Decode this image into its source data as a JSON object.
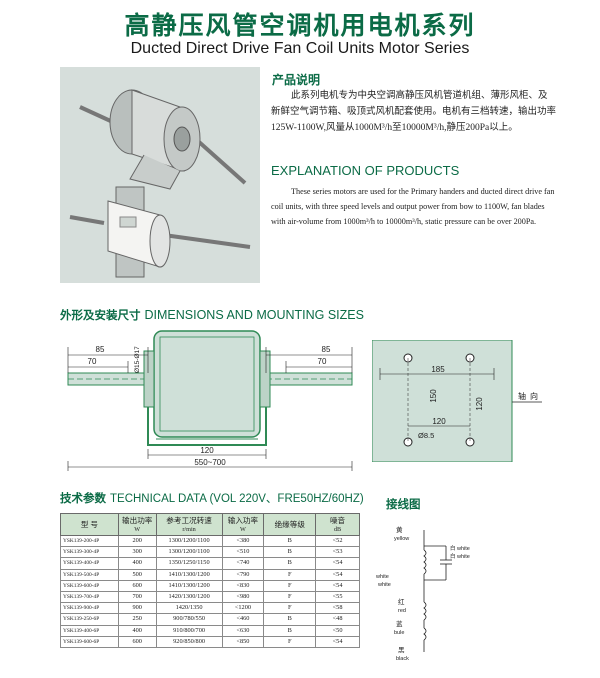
{
  "header": {
    "title_cn": "高静压风管空调机用电机系列",
    "title_en": "Ducted Direct Drive Fan Coil Units Motor Series"
  },
  "product_desc": {
    "title": "产品说明",
    "body": "此系列电机专为中央空调高静压风机管道机组、薄形风柜、及新鲜空气调节箱、吸顶式风机配套使用。电机有三档转速，输出功率125W-1100W,风量从1000M³/h至10000M³/h,静压200Pa以上。"
  },
  "explanation": {
    "title": "EXPLANATION OF PRODUCTS",
    "body": "These series motors are used for the Primary handers and ducted direct drive fan coil units, with three speed levels and output power from bow to 1100W, fan blades with air-volume from 1000m³/h to 10000m³/h, static pressure can be over 200Pa."
  },
  "dimensions": {
    "title_cn": "外形及安装尺寸",
    "title_en": "DIMENSIONS AND MOUNTING SIZES",
    "labels": {
      "d85_left": "85",
      "d70_left": "70",
      "shaft_dia": "Ø15-Ø17",
      "d85_right": "85",
      "d70_right": "70",
      "d120": "120",
      "d550_700": "550~700",
      "d185": "185",
      "d150": "150",
      "d120_vert": "120",
      "d120_horiz": "120",
      "hole": "Ø8.5",
      "axis_cn": "轴",
      "axis_cn2": "向"
    }
  },
  "technical": {
    "title_cn": "技术参数",
    "title_en": "TECHNICAL DATA (VOL 220V、FRE50HZ/60HZ)",
    "headers": [
      {
        "main": "型  号",
        "unit": ""
      },
      {
        "main": "输出功率",
        "unit": "W"
      },
      {
        "main": "参考工况转速",
        "unit": "r/min"
      },
      {
        "main": "输入功率",
        "unit": "W"
      },
      {
        "main": "绝缘等级",
        "unit": ""
      },
      {
        "main": "噪音",
        "unit": "dB"
      }
    ],
    "rows": [
      [
        "YSK139-200-4P",
        "200",
        "1300/1200/1100",
        "<380",
        "B",
        "<52"
      ],
      [
        "YSK139-300-4P",
        "300",
        "1300/1200/1100",
        "<510",
        "B",
        "<53"
      ],
      [
        "YSK139-400-4P",
        "400",
        "1350/1250/1150",
        "<740",
        "B",
        "<54"
      ],
      [
        "YSK139-500-4P",
        "500",
        "1410/1300/1200",
        "<790",
        "F",
        "<54"
      ],
      [
        "YSK139-600-4P",
        "600",
        "1410/1300/1200",
        "<830",
        "F",
        "<54"
      ],
      [
        "YSK139-700-4P",
        "700",
        "1420/1300/1200",
        "<980",
        "F",
        "<55"
      ],
      [
        "YSK139-900-4P",
        "900",
        "1420/1350",
        "<1200",
        "F",
        "<58"
      ],
      [
        "YSK139-250-6P",
        "250",
        "900/780/550",
        "<460",
        "B",
        "<48"
      ],
      [
        "YSK139-400-6P",
        "400",
        "910/800/700",
        "<630",
        "B",
        "<50"
      ],
      [
        "YSK139-600-6P",
        "600",
        "920/850/800",
        "<850",
        "F",
        "<54"
      ]
    ]
  },
  "wiring": {
    "title": "接线图",
    "labels": {
      "yellow_cn": "黄",
      "yellow": "yellow",
      "white_cn": "白 white",
      "white_cn2": "白 white",
      "white_left": "white",
      "white_left2": "white",
      "red_cn": "红",
      "red": "red",
      "blue_cn": "蓝",
      "blue": "bule",
      "black_cn": "黑",
      "black": "black"
    }
  },
  "colors": {
    "heading_green": "#0b6b46",
    "table_header_bg": "#cfe3cf",
    "drawing_bg": "#cfe0d8",
    "drawing_green": "#2f8a55"
  }
}
